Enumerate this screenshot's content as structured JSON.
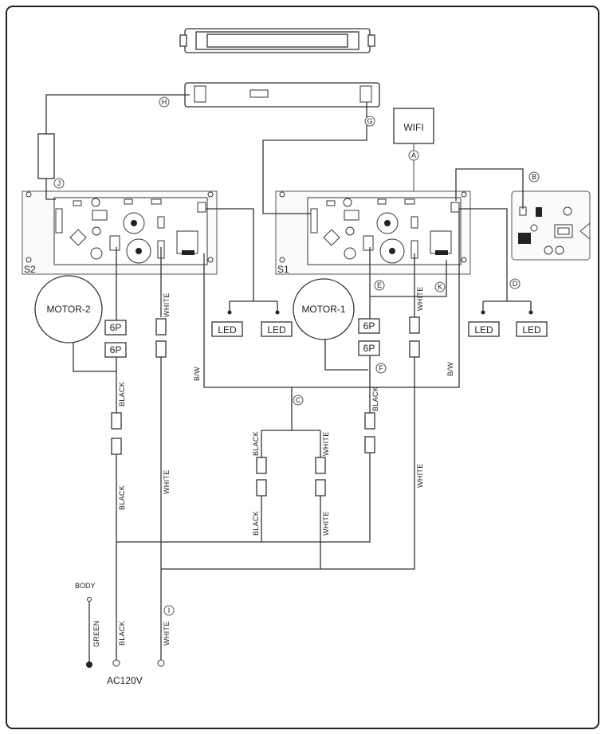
{
  "wifi": "WIFI",
  "boards": {
    "s1": "S1",
    "s2": "S2"
  },
  "motors": {
    "m1": "MOTOR-1",
    "m2": "MOTOR-2"
  },
  "connectors": {
    "sixp": "6P"
  },
  "led": "LED",
  "tags": {
    "a": "A",
    "b": "B",
    "c": "C",
    "d": "D",
    "e": "E",
    "f": "F",
    "g": "G",
    "h": "H",
    "i": "I",
    "j": "J",
    "k": "K"
  },
  "wires": {
    "black": "BLACK",
    "white": "WHITE",
    "bw": "B/W",
    "green": "GREEN"
  },
  "body": "BODY",
  "supply": "AC120V"
}
